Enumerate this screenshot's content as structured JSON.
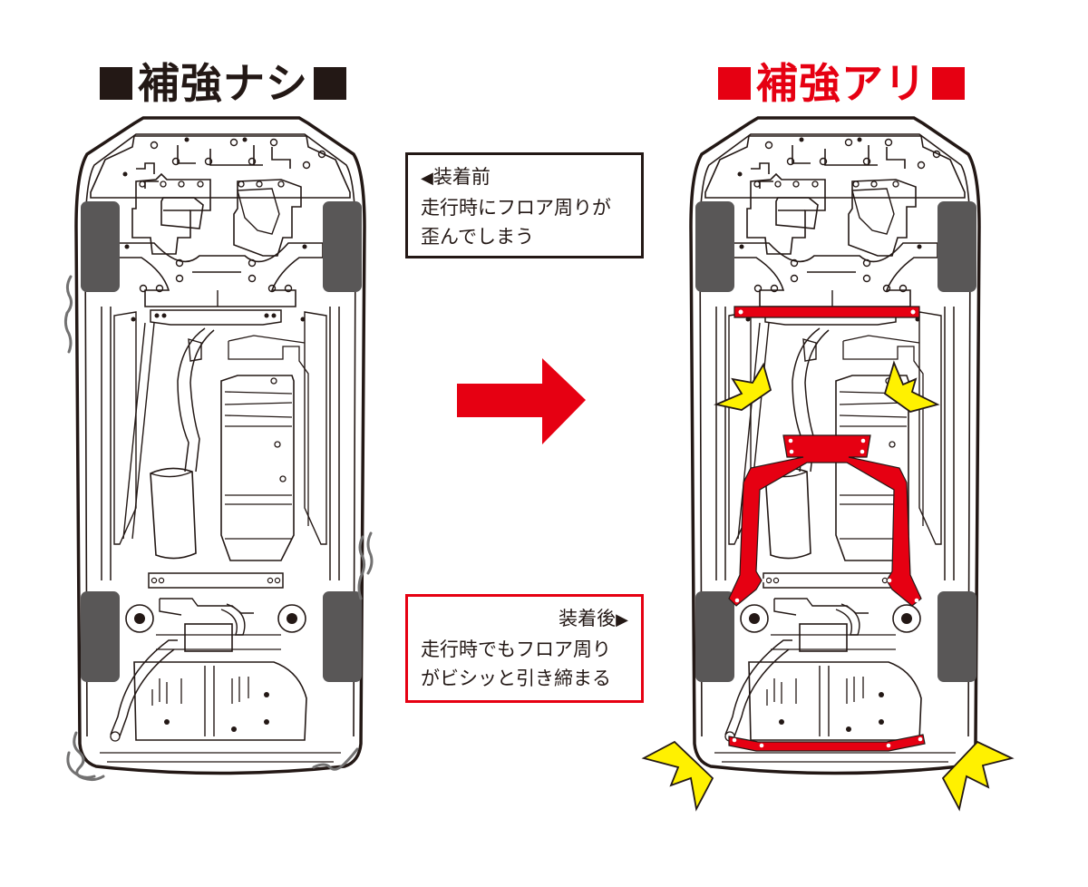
{
  "headings": {
    "without": "補強ナシ",
    "with": "補強アリ"
  },
  "notes": {
    "before": {
      "marker": "◀",
      "title": "装着前",
      "lines": [
        "走行時にフロア周りが",
        "歪んでしまう"
      ]
    },
    "after": {
      "marker": "▶",
      "title": "装着後",
      "lines": [
        "走行時でもフロア周り",
        "がビシッと引き締まる"
      ]
    }
  },
  "colors": {
    "accent_red": "#e60012",
    "ink": "#231815",
    "tire": "#595757",
    "highlight_yellow": "#fff100",
    "vibration_gray": "#727171"
  },
  "illustrations": {
    "left_car": {
      "state": "without-reinforcement",
      "effect": "floor-flex-vibration"
    },
    "right_car": {
      "state": "with-reinforcement",
      "braces": [
        "front-floor-bar",
        "center-h-brace",
        "rear-floor-bar"
      ],
      "effect": "rigidity-highlight"
    }
  }
}
